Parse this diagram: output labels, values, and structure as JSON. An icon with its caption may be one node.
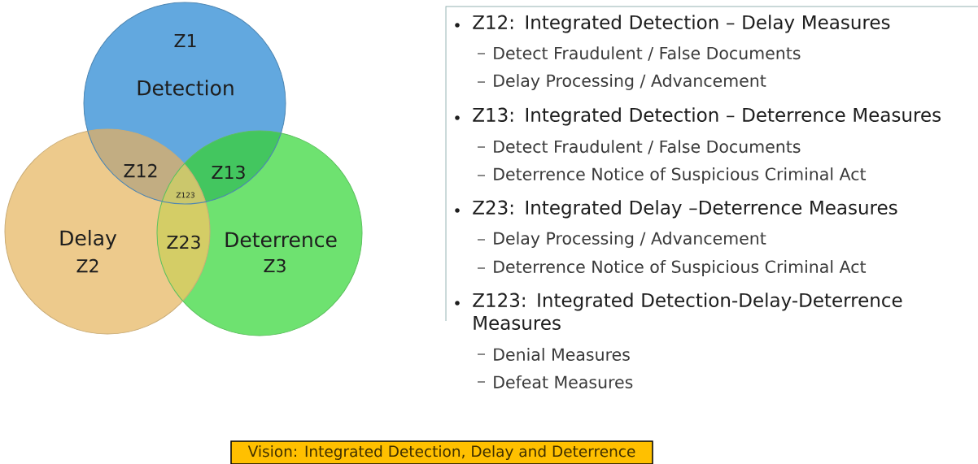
{
  "diagram": {
    "nodes": [
      {
        "text": [
          "Z1",
          "Detection"
        ]
      },
      {
        "text": [
          "Delay",
          "Z2"
        ]
      },
      {
        "text": [
          "Deterrence",
          "Z3"
        ]
      },
      {
        "text": [
          "Z12:  Integrated Detection – Delay Measures",
          "Detect Fraudulent / False Documents",
          "Delay Processing / Advancement",
          "Z13:  Integrated Detection – Deterrence Measures",
          "Detect Fraudulent / False Documents",
          "Deterrence Notice of Suspicious Criminal Act",
          "Z23:  Integrated Delay –Deterrence Measures",
          "Delay Processing / Advancement",
          "Deterrence Notice of Suspicious Criminal Act",
          "Z123:  Integrated Detection-Delay-Deterrence Measures",
          "Denial Measures",
          "Defeat Measures"
        ]
      },
      {
        "text": [
          "Vision:  Integrated Detection, Delay and Deterrence"
        ]
      }
    ],
    "edges": [],
    "labels": [
      "Z12",
      "Z13",
      "Z123",
      "Z23"
    ]
  }
}
